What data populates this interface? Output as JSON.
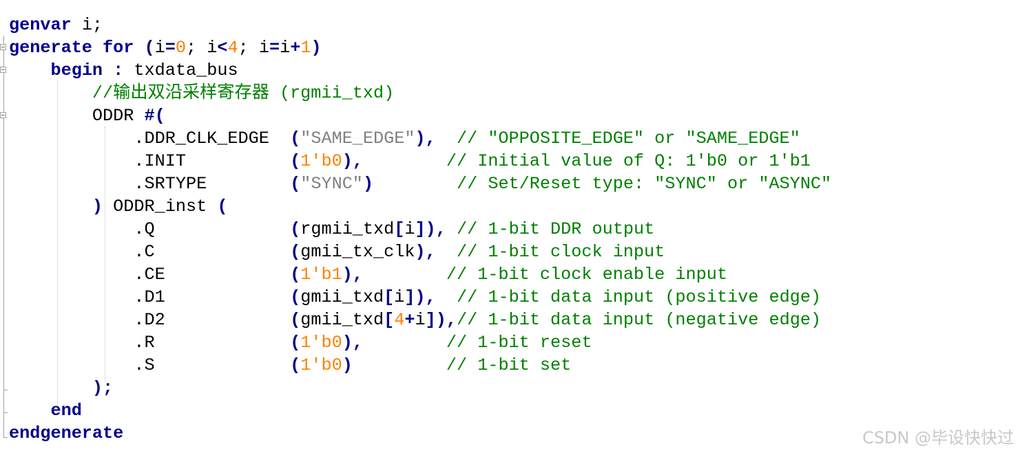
{
  "editor": {
    "lines": [
      [
        {
          "t": "kw",
          "v": "genvar"
        },
        {
          "t": "id",
          "v": " i;"
        }
      ],
      [
        {
          "t": "kw",
          "v": "generate"
        },
        {
          "t": "id",
          "v": " "
        },
        {
          "t": "kw",
          "v": "for"
        },
        {
          "t": "id",
          "v": " "
        },
        {
          "t": "op",
          "v": "("
        },
        {
          "t": "id",
          "v": "i"
        },
        {
          "t": "op",
          "v": "="
        },
        {
          "t": "num",
          "v": "0"
        },
        {
          "t": "id",
          "v": "; i"
        },
        {
          "t": "op",
          "v": "<"
        },
        {
          "t": "num",
          "v": "4"
        },
        {
          "t": "id",
          "v": "; i"
        },
        {
          "t": "op",
          "v": "="
        },
        {
          "t": "id",
          "v": "i"
        },
        {
          "t": "op",
          "v": "+"
        },
        {
          "t": "num",
          "v": "1"
        },
        {
          "t": "op",
          "v": ")"
        }
      ],
      [
        {
          "t": "id",
          "v": "    "
        },
        {
          "t": "kw",
          "v": "begin"
        },
        {
          "t": "id",
          "v": " "
        },
        {
          "t": "op",
          "v": ":"
        },
        {
          "t": "id",
          "v": " txdata_bus"
        }
      ],
      [
        {
          "t": "id",
          "v": "        "
        },
        {
          "t": "cm",
          "v": "//输出双沿采样寄存器 (rgmii_txd)"
        }
      ],
      [
        {
          "t": "id",
          "v": "        ODDR "
        },
        {
          "t": "op",
          "v": "#("
        }
      ],
      [
        {
          "t": "id",
          "v": "            .DDR_CLK_EDGE  "
        },
        {
          "t": "op",
          "v": "("
        },
        {
          "t": "str",
          "v": "\"SAME_EDGE\""
        },
        {
          "t": "op",
          "v": "),"
        },
        {
          "t": "id",
          "v": "  "
        },
        {
          "t": "cm",
          "v": "// \"OPPOSITE_EDGE\" or \"SAME_EDGE\""
        }
      ],
      [
        {
          "t": "id",
          "v": "            .INIT          "
        },
        {
          "t": "op",
          "v": "("
        },
        {
          "t": "num",
          "v": "1'b0"
        },
        {
          "t": "op",
          "v": "),"
        },
        {
          "t": "id",
          "v": "        "
        },
        {
          "t": "cm",
          "v": "// Initial value of Q: 1'b0 or 1'b1"
        }
      ],
      [
        {
          "t": "id",
          "v": "            .SRTYPE        "
        },
        {
          "t": "op",
          "v": "("
        },
        {
          "t": "str",
          "v": "\"SYNC\""
        },
        {
          "t": "op",
          "v": ")"
        },
        {
          "t": "id",
          "v": "        "
        },
        {
          "t": "cm",
          "v": "// Set/Reset type: \"SYNC\" or \"ASYNC\""
        }
      ],
      [
        {
          "t": "id",
          "v": "        "
        },
        {
          "t": "op",
          "v": ")"
        },
        {
          "t": "id",
          "v": " ODDR_inst "
        },
        {
          "t": "op",
          "v": "("
        }
      ],
      [
        {
          "t": "id",
          "v": "            .Q             "
        },
        {
          "t": "op",
          "v": "("
        },
        {
          "t": "id",
          "v": "rgmii_txd"
        },
        {
          "t": "op",
          "v": "["
        },
        {
          "t": "id",
          "v": "i"
        },
        {
          "t": "op",
          "v": "]),"
        },
        {
          "t": "id",
          "v": " "
        },
        {
          "t": "cm",
          "v": "// 1-bit DDR output"
        }
      ],
      [
        {
          "t": "id",
          "v": "            .C             "
        },
        {
          "t": "op",
          "v": "("
        },
        {
          "t": "id",
          "v": "gmii_tx_clk"
        },
        {
          "t": "op",
          "v": "),"
        },
        {
          "t": "id",
          "v": "  "
        },
        {
          "t": "cm",
          "v": "// 1-bit clock input"
        }
      ],
      [
        {
          "t": "id",
          "v": "            .CE            "
        },
        {
          "t": "op",
          "v": "("
        },
        {
          "t": "num",
          "v": "1'b1"
        },
        {
          "t": "op",
          "v": "),"
        },
        {
          "t": "id",
          "v": "        "
        },
        {
          "t": "cm",
          "v": "// 1-bit clock enable input"
        }
      ],
      [
        {
          "t": "id",
          "v": "            .D1            "
        },
        {
          "t": "op",
          "v": "("
        },
        {
          "t": "id",
          "v": "gmii_txd"
        },
        {
          "t": "op",
          "v": "["
        },
        {
          "t": "id",
          "v": "i"
        },
        {
          "t": "op",
          "v": "]),"
        },
        {
          "t": "id",
          "v": "  "
        },
        {
          "t": "cm",
          "v": "// 1-bit data input (positive edge)"
        }
      ],
      [
        {
          "t": "id",
          "v": "            .D2            "
        },
        {
          "t": "op",
          "v": "("
        },
        {
          "t": "id",
          "v": "gmii_txd"
        },
        {
          "t": "op",
          "v": "["
        },
        {
          "t": "num",
          "v": "4"
        },
        {
          "t": "op",
          "v": "+"
        },
        {
          "t": "id",
          "v": "i"
        },
        {
          "t": "op",
          "v": "]),"
        },
        {
          "t": "cm",
          "v": "// 1-bit data input (negative edge)"
        }
      ],
      [
        {
          "t": "id",
          "v": "            .R             "
        },
        {
          "t": "op",
          "v": "("
        },
        {
          "t": "num",
          "v": "1'b0"
        },
        {
          "t": "op",
          "v": "),"
        },
        {
          "t": "id",
          "v": "        "
        },
        {
          "t": "cm",
          "v": "// 1-bit reset"
        }
      ],
      [
        {
          "t": "id",
          "v": "            .S             "
        },
        {
          "t": "op",
          "v": "("
        },
        {
          "t": "num",
          "v": "1'b0"
        },
        {
          "t": "op",
          "v": ")"
        },
        {
          "t": "id",
          "v": "         "
        },
        {
          "t": "cm",
          "v": "// 1-bit set"
        }
      ],
      [
        {
          "t": "id",
          "v": "        "
        },
        {
          "t": "op",
          "v": ");"
        }
      ],
      [
        {
          "t": "id",
          "v": "    "
        },
        {
          "t": "kw",
          "v": "end"
        }
      ],
      [
        {
          "t": "kw",
          "v": "endgenerate"
        }
      ]
    ]
  },
  "watermark": "CSDN @毕设快快过",
  "colors": {
    "keyword": "#00008b",
    "number": "#ff8000",
    "string": "#808080",
    "comment": "#008000",
    "text": "#000000"
  }
}
